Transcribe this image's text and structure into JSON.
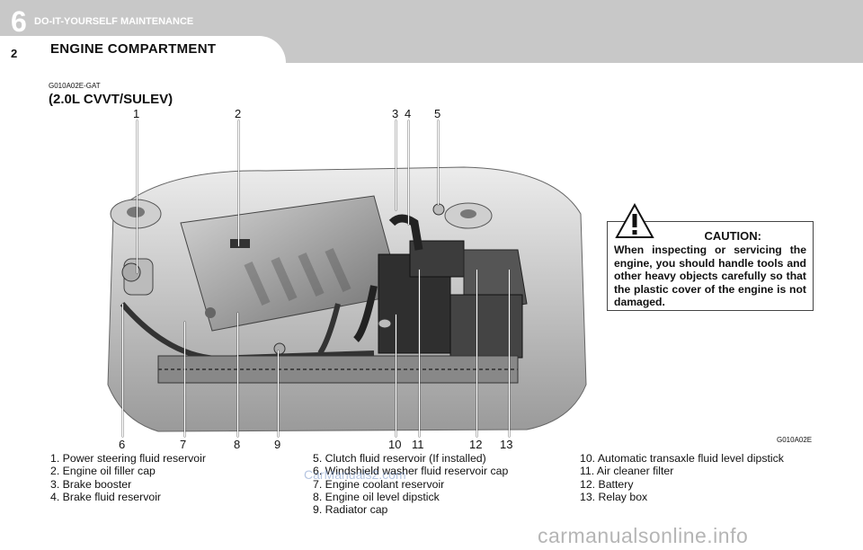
{
  "header": {
    "chapter_number": "6",
    "chapter_name": "DO-IT-YOURSELF MAINTENANCE",
    "page_number": "2",
    "section_title": "ENGINE COMPARTMENT"
  },
  "diagram": {
    "code": "G010A02E-GAT",
    "subtitle": "(2.0L CVVT/SULEV)",
    "image_code": "G010A02E",
    "top_labels": [
      "1",
      "2",
      "3",
      "4",
      "5"
    ],
    "bottom_labels": [
      "6",
      "7",
      "8",
      "9",
      "10",
      "11",
      "12",
      "13"
    ]
  },
  "caution": {
    "heading": "CAUTION:",
    "body": "When inspecting or servicing the engine, you should handle tools and other heavy objects carefully so that the plastic cover of the engine is not damaged."
  },
  "legend": {
    "col1": [
      "1.  Power steering fluid reservoir",
      "2.  Engine oil filler cap",
      "3.  Brake  booster",
      "4.  Brake fluid reservoir"
    ],
    "col2": [
      "5.  Clutch fluid reservoir  (If installed)",
      "6.  Windshield washer fluid reservoir cap",
      "7.  Engine coolant  reservoir",
      "8.  Engine oil level dipstick",
      "9.  Radiator cap"
    ],
    "col3": [
      "10. Automatic transaxle fluid level dipstick",
      "11. Air cleaner filter",
      "12. Battery",
      "13. Relay  box"
    ]
  },
  "watermarks": {
    "small": "CarManuals2.com",
    "large": "carmanualsonline.info"
  }
}
